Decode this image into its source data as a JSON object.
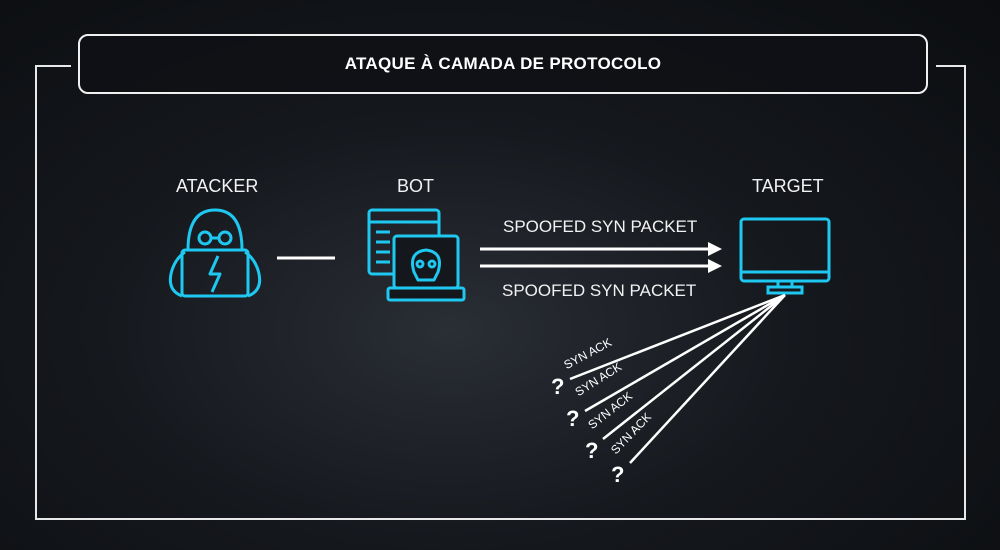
{
  "title": "ATAQUE À CAMADA DE PROTOCOLO",
  "nodes": {
    "attacker": {
      "label": "ATACKER",
      "icon": "hacker-laptop-icon"
    },
    "bot": {
      "label": "BOT",
      "icon": "bot-skull-laptop-icon"
    },
    "target": {
      "label": "TARGET",
      "icon": "monitor-icon"
    }
  },
  "arrows": {
    "top": "SPOOFED SYN PACKET",
    "bottom": "SPOOFED SYN PACKET"
  },
  "responses": [
    "SYN ACK",
    "SYN ACK",
    "SYN ACK",
    "SYN ACK"
  ],
  "unknown_mark": "?",
  "colors": {
    "icon": "#1ec8f0",
    "line": "#ffffff"
  }
}
